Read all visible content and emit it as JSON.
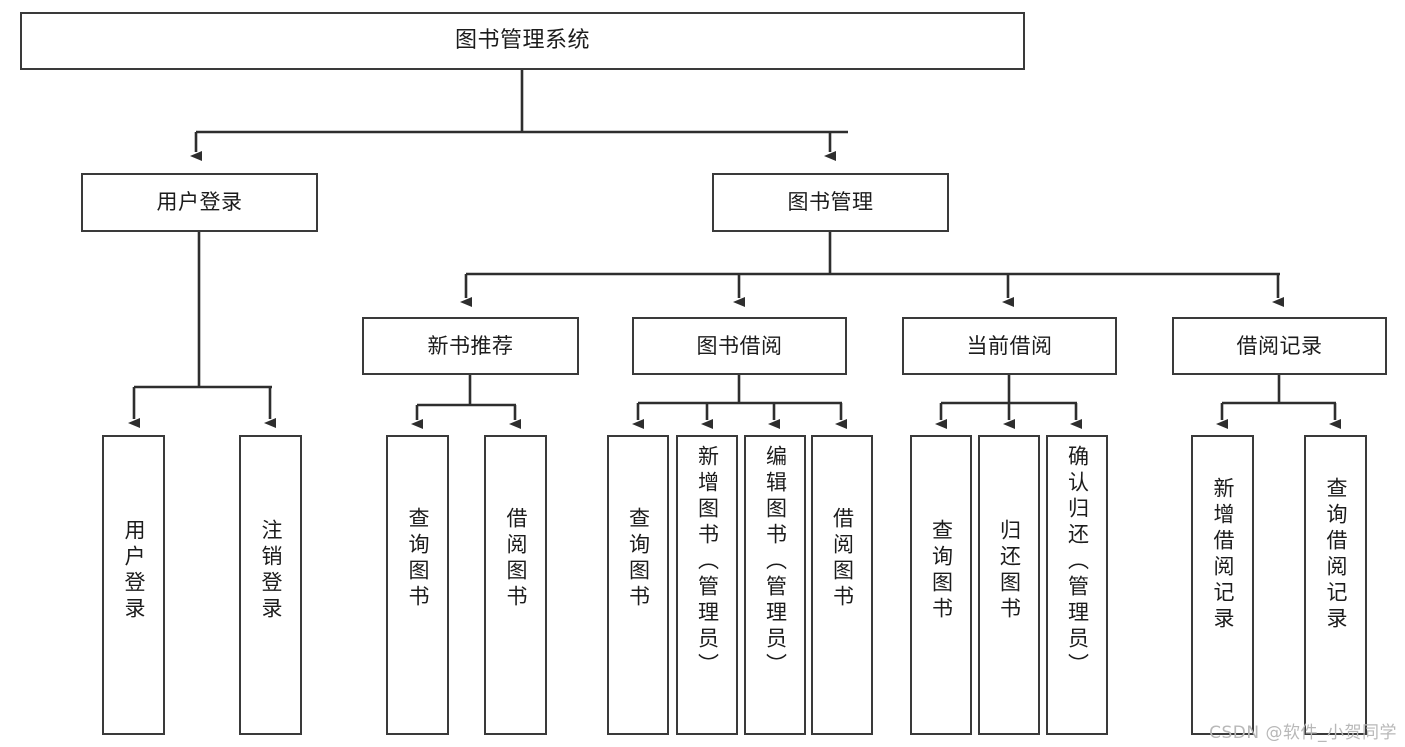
{
  "diagram": {
    "title": "图书管理系统",
    "type": "tree-hierarchy-chart",
    "orientation": "top-down",
    "colors": {
      "box_border": "#3a3a3a",
      "box_fill": "#ffffff",
      "edge": "#2e2e2e",
      "text": "#1c1c1c",
      "watermark": "#b8b8b8",
      "background": "#ffffff"
    }
  },
  "nodes": {
    "root": {
      "label": "图书管理系统"
    },
    "level1": [
      {
        "id": "user-login",
        "label": "用户登录"
      },
      {
        "id": "book-management",
        "label": "图书管理"
      }
    ],
    "level2": [
      {
        "id": "new-book-recommend",
        "label": "新书推荐"
      },
      {
        "id": "book-borrow",
        "label": "图书借阅"
      },
      {
        "id": "current-borrow",
        "label": "当前借阅"
      },
      {
        "id": "borrow-record",
        "label": "借阅记录"
      }
    ],
    "leaves": {
      "user_login": [
        {
          "id": "leaf-user-login",
          "label": "用户登录"
        },
        {
          "id": "leaf-logout-login",
          "label": "注销登录"
        }
      ],
      "new_book_recommend": [
        {
          "id": "leaf-query-book-1",
          "label": "查询图书"
        },
        {
          "id": "leaf-borrow-book-1",
          "label": "借阅图书"
        }
      ],
      "book_borrow": [
        {
          "id": "leaf-query-book-2",
          "label": "查询图书"
        },
        {
          "id": "leaf-add-book",
          "label": "新增图书（管理员）"
        },
        {
          "id": "leaf-edit-book",
          "label": "编辑图书（管理员）"
        },
        {
          "id": "leaf-borrow-book-2",
          "label": "借阅图书"
        }
      ],
      "current_borrow": [
        {
          "id": "leaf-query-book-3",
          "label": "查询图书"
        },
        {
          "id": "leaf-return-book",
          "label": "归还图书"
        },
        {
          "id": "leaf-confirm-return",
          "label": "确认归还（管理员）"
        }
      ],
      "borrow_record": [
        {
          "id": "leaf-add-record",
          "label": "新增借阅记录"
        },
        {
          "id": "leaf-query-record",
          "label": "查询借阅记录"
        }
      ]
    }
  },
  "watermark": {
    "text": "CSDN @软件_小贺同学"
  }
}
